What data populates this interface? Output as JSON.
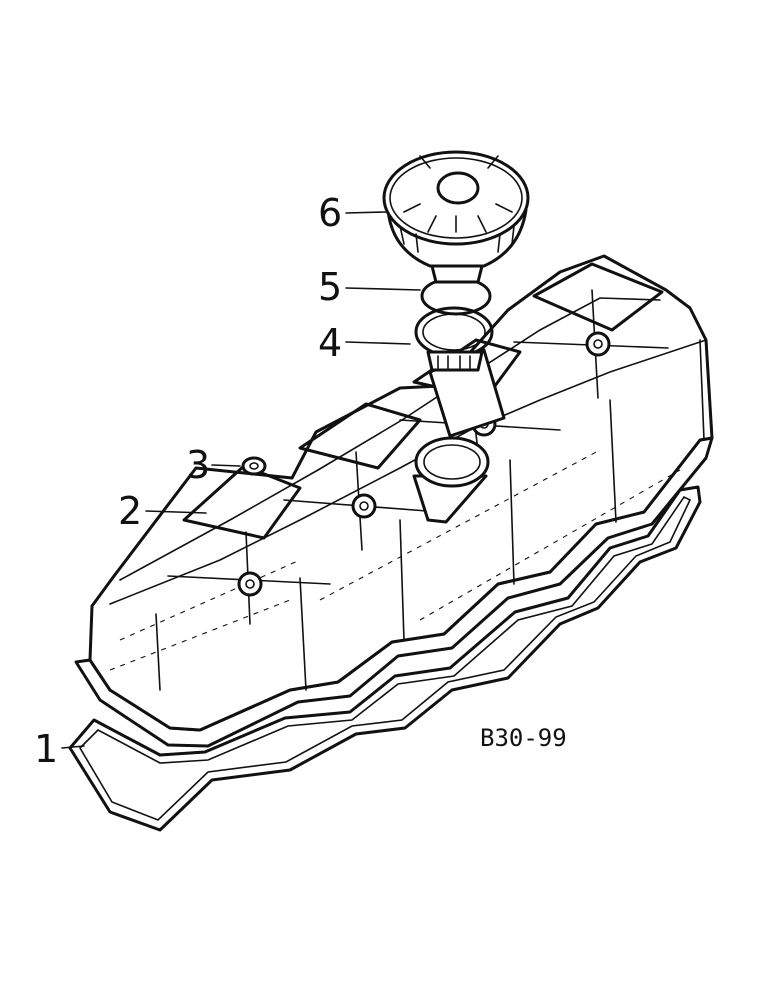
{
  "diagram": {
    "reference_code": "B30-99",
    "callouts": [
      {
        "number": "1",
        "part": "gasket"
      },
      {
        "number": "2",
        "part": "valve-cover"
      },
      {
        "number": "3",
        "part": "washer"
      },
      {
        "number": "4",
        "part": "hose-clamp"
      },
      {
        "number": "5",
        "part": "o-ring"
      },
      {
        "number": "6",
        "part": "breather-cap"
      }
    ]
  }
}
